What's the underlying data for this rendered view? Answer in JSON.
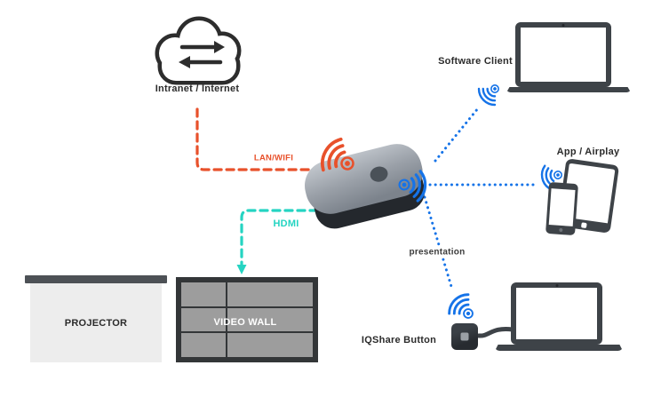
{
  "colors": {
    "orange": "#E8512B",
    "teal": "#25D4C2",
    "blue": "#1573E8",
    "device_dark": "#3E4348",
    "text_dark": "#2B2B2B",
    "video_wall_grey": "#9D9D9D"
  },
  "icons": {
    "cloud": "cloud-transfer-icon",
    "wifi": "wifi-signal-icon"
  },
  "nodes": {
    "cloud": {
      "label": "Intranet / Internet"
    },
    "hub": {
      "description": "wireless presentation receiver box"
    },
    "software_client": {
      "label": "Software Client",
      "device": "laptop"
    },
    "app_airplay": {
      "label": "App / Airplay",
      "device": "tablet and phone"
    },
    "iqshare": {
      "label": "IQShare Button",
      "device": "usb button dongle connected to laptop"
    },
    "projector": {
      "label": "PROJECTOR"
    },
    "video_wall": {
      "label": "VIDEO WALL"
    }
  },
  "connections": [
    {
      "id": "lan-wifi",
      "label": "LAN/WIFI",
      "from": "cloud",
      "to": "hub",
      "style": "dashed",
      "color": "#E8512B"
    },
    {
      "id": "hdmi",
      "label": "HDMI",
      "from": "hub",
      "to": "video_wall",
      "style": "dashed",
      "color": "#25D4C2"
    },
    {
      "id": "software-client-link",
      "label": "",
      "from": "hub",
      "to": "software_client",
      "style": "dotted",
      "color": "#1573E8"
    },
    {
      "id": "app-airplay-link",
      "label": "",
      "from": "hub",
      "to": "app_airplay",
      "style": "dotted",
      "color": "#1573E8"
    },
    {
      "id": "presentation",
      "label": "presentation",
      "from": "hub",
      "to": "iqshare",
      "style": "dotted",
      "color": "#1573E8"
    }
  ]
}
